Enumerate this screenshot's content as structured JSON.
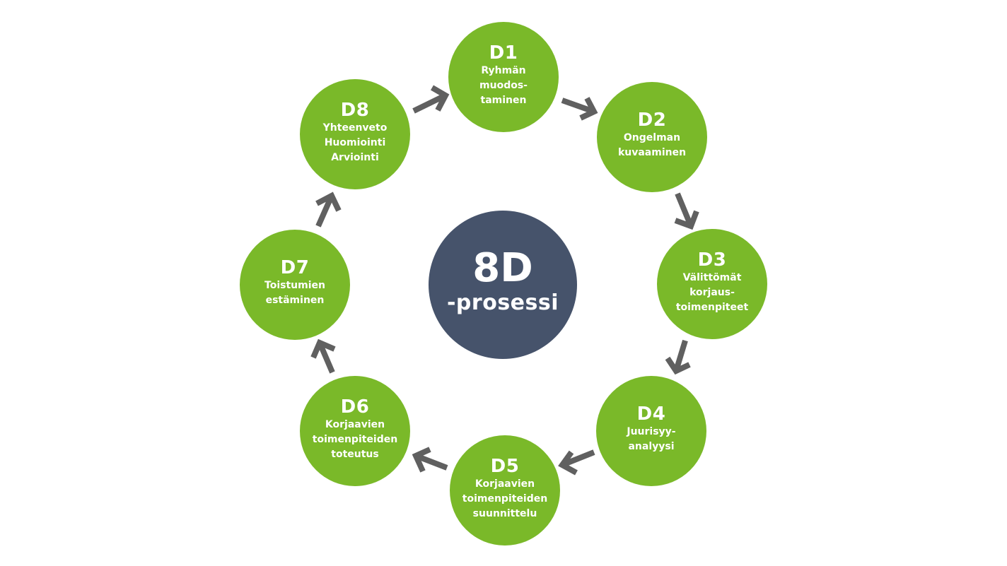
{
  "center": {
    "title": "8D",
    "subtitle": "-prosessi"
  },
  "steps": [
    {
      "code": "D1",
      "lines": [
        "Ryhmän",
        "muodos-",
        "taminen"
      ]
    },
    {
      "code": "D2",
      "lines": [
        "Ongelman",
        "kuvaaminen"
      ]
    },
    {
      "code": "D3",
      "lines": [
        "Välittömät",
        "korjaus-",
        "toimenpiteet"
      ]
    },
    {
      "code": "D4",
      "lines": [
        "Juurisyy-",
        "analyysi"
      ]
    },
    {
      "code": "D5",
      "lines": [
        "Korjaavien",
        "toimenpiteiden",
        "suunnittelu"
      ]
    },
    {
      "code": "D6",
      "lines": [
        "Korjaavien",
        "toimenpiteiden",
        "toteutus"
      ]
    },
    {
      "code": "D7",
      "lines": [
        "Toistumien",
        "estäminen"
      ]
    },
    {
      "code": "D8",
      "lines": [
        "Yhteenveto",
        "Huomiointi",
        "Arviointi"
      ]
    }
  ],
  "colors": {
    "step_fill": "#7ab929",
    "center_fill": "#46536b",
    "arrow": "#606060",
    "text": "#ffffff"
  }
}
